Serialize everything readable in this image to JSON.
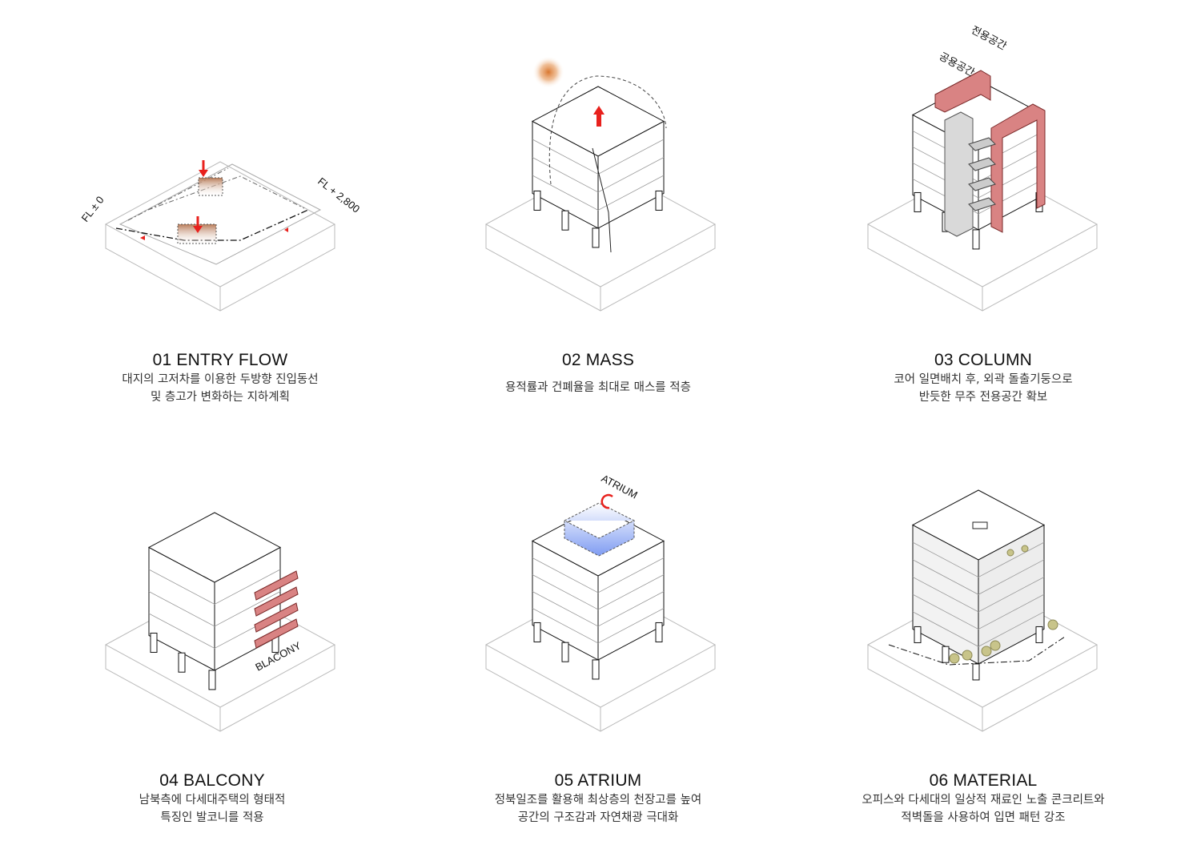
{
  "panels": [
    {
      "title": "01 ENTRY FLOW",
      "lines": [
        "대지의 고저차를 이용한 두방향 진입동선",
        "및 층고가 변화하는 지하계획"
      ],
      "labels": [
        "FL ± 0",
        "FL + 2,800"
      ]
    },
    {
      "title": "02 MASS",
      "lines": [
        "용적률과 건폐율을 최대로 매스를 적층"
      ]
    },
    {
      "title": "03 COLUMN",
      "lines": [
        "코어 일면배치 후, 외곽 돌출기둥으로",
        "반듯한 무주 전용공간 확보"
      ],
      "labels": [
        "공용공간",
        "전용공간"
      ]
    },
    {
      "title": "04 BALCONY",
      "lines": [
        "남북측에 다세대주택의 형태적",
        "특징인 발코니를 적용"
      ],
      "labels": [
        "BLACONY"
      ]
    },
    {
      "title": "05 ATRIUM",
      "lines": [
        "정북일조를 활용해 최상층의 천장고를 높여",
        "공간의 구조감과 자연채광 극대화"
      ],
      "labels": [
        "ATRIUM"
      ]
    },
    {
      "title": "06 MATERIAL",
      "lines": [
        "오피스와 다세대의 일상적 재료인 노출 콘크리트와",
        "적벽돌을 사용하여 입면 패턴 강조"
      ]
    }
  ],
  "colors": {
    "accent_red": "#e8211d",
    "brick": "#d98383",
    "atrium_blue": "#8fa6f0",
    "sun": "#d9772f",
    "core_gray": "#d9d9d9"
  }
}
